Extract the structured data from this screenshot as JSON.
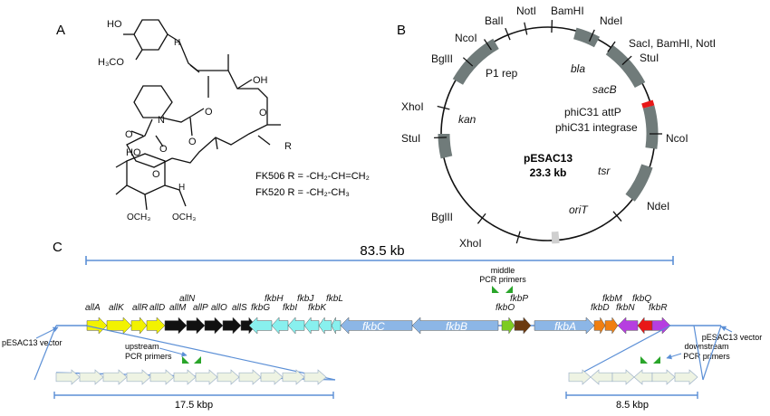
{
  "panels": {
    "a": {
      "label": "A",
      "atom_labels": {
        "ho_ring": "HO",
        "meo_ring": "H₃CO",
        "n": "N",
        "o_ester": "O",
        "oh_side": "OH",
        "o_ketone": "O",
        "o_lactone": "O",
        "o_keto1": "O",
        "o_keto2": "O",
        "oh_hemi": "HO",
        "o_pyran": "O",
        "h_ring1": "H",
        "h_ring2": "H",
        "r": "R",
        "ome_1": "OCH₃",
        "ome_2": "OCH₃"
      },
      "fk506": "FK506 R =  -CH₂-CH=CH₂",
      "fk520": "FK520 R =  -CH₂-CH₃"
    },
    "b": {
      "label": "B",
      "plasmid_name": "pESAC13",
      "plasmid_size": "23.3 kb",
      "sites": [
        "BalI",
        "NotI",
        "BamHI",
        "NdeI",
        "SacI, BamHI, NotI",
        "StuI",
        "NcoI",
        "NdeI",
        "XhoI",
        "BglII",
        "StuI",
        "XhoI",
        "BglII",
        "NcoI"
      ],
      "features": [
        "P1 rep",
        "bla",
        "sacB",
        "phiC31 attP",
        "phiC31 integrase",
        "tsr",
        "oriT",
        "kan"
      ]
    },
    "c": {
      "label": "C",
      "total_length": "83.5 kb",
      "genes_top": [
        "allA",
        "allK",
        "allR",
        "allD",
        "allN",
        "allM",
        "allP",
        "allO",
        "allS",
        "fkbH",
        "fkbG",
        "fkbI",
        "fkbJ",
        "fkbK",
        "fkbL",
        "fkbP",
        "fkbO",
        "fkbM",
        "fkbD",
        "fkbN",
        "fkbQ",
        "fkbR"
      ],
      "genes_large": [
        "fkbC",
        "fkbB",
        "fkbA"
      ],
      "middle_primers": [
        "middle",
        "PCR primers"
      ],
      "upstream_primers": [
        "upstream",
        "PCR primers"
      ],
      "downstream_primers": [
        "downstream",
        "PCR primers"
      ],
      "vector_left": "pESAC13 vector",
      "vector_right": "pESAC13 vector",
      "left_span": "17.5 kbp",
      "right_span": "8.5 kbp"
    }
  },
  "colors": {
    "yellow": "#f2f200",
    "black": "#111111",
    "cyan": "#88f0ee",
    "blue": "#8cb6e6",
    "lime": "#7dcc22",
    "brown": "#6b3a10",
    "orange": "#f07f10",
    "purple": "#b63ee0",
    "red": "#e81818",
    "green_primer": "#2aa52a",
    "scale_line": "#5b8fd6",
    "plasmid_feature": "#707b7a",
    "pale_gene": "#eef3e3"
  }
}
